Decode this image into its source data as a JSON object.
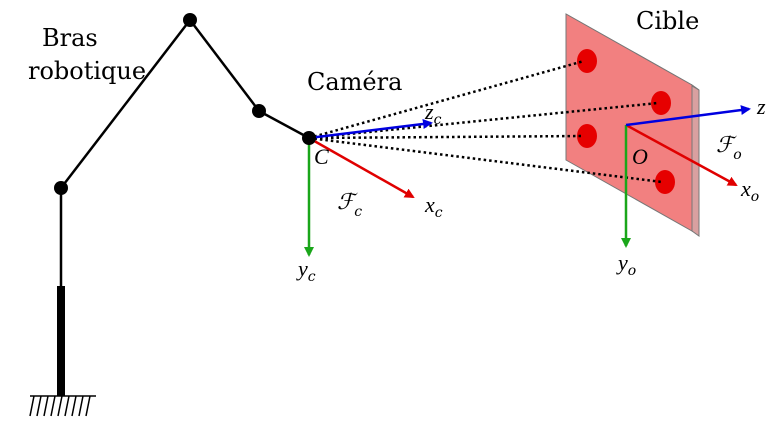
{
  "labels": {
    "arm": "Bras\nrobotique",
    "arm_line1": "Bras",
    "arm_line2": "robotique",
    "camera": "Caméra",
    "target": "Cible",
    "camera_origin": "C",
    "target_origin": "O",
    "camera_frame": "ℱ",
    "camera_frame_sub": "c",
    "target_frame": "ℱ",
    "target_frame_sub": "o",
    "xc": "x",
    "xc_sub": "c",
    "yc": "y",
    "yc_sub": "c",
    "zc": "z",
    "zc_sub": "c",
    "xo": "x",
    "xo_sub": "o",
    "yo": "y",
    "yo_sub": "o",
    "z": "z"
  },
  "colors": {
    "x_axis": "#e00000",
    "y_axis": "#1aa61a",
    "z_axis": "#0000e0",
    "target_fill": "#f28080",
    "target_side": "#d9a0a0",
    "target_dot": "#e60000"
  }
}
